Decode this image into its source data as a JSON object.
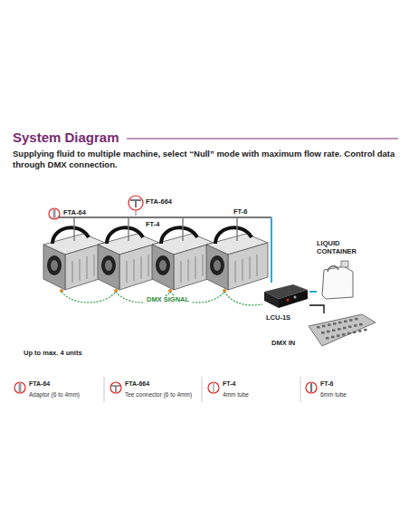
{
  "diagram": {
    "title": "System Diagram",
    "caption": "Supplying fluid to multiple machine, select “Null” mode with maximum flow rate. Control data through DMX connection.",
    "nodes": [
      {
        "text": [
          "LIQUID CONTAINER"
        ]
      },
      {
        "text": [
          "LCU-1S"
        ]
      },
      {
        "text": [
          "DMX IN"
        ]
      }
    ],
    "edges": [
      {
        "from": 0,
        "to": 1,
        "arrow": "none"
      },
      {
        "from": 2,
        "to": 1,
        "arrow": "none"
      }
    ],
    "labels": [
      "FTA-64",
      "FTA-664",
      "FT-4",
      "FT-6",
      "DMX SIGNAL",
      "Up to max. 4 units",
      "Adaptor (6 to 4mm)",
      "Tee connector (6 to 4mm)",
      "4mm tube",
      "6mm tube"
    ],
    "legend": [
      {
        "text": "FTA-64"
      },
      {
        "text": "FTA-664"
      },
      {
        "text": "FT-4"
      },
      {
        "text": "FT-6"
      }
    ]
  }
}
